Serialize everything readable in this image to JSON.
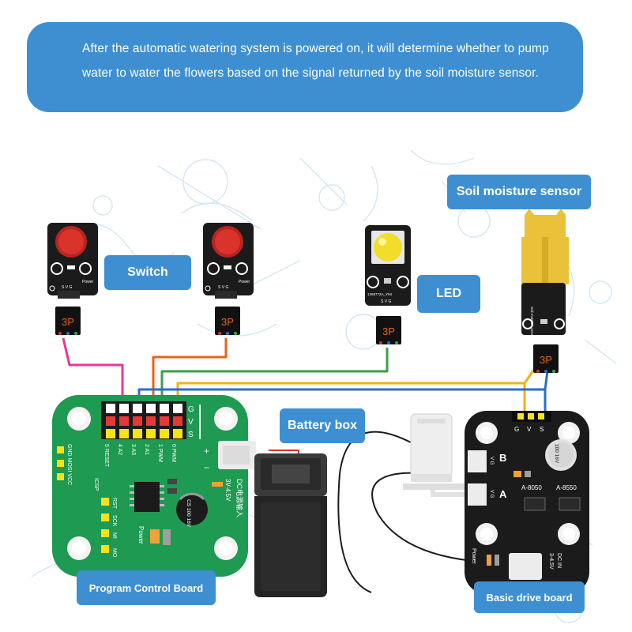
{
  "description": "After the automatic watering system is powered on, it will determine whether to pump water to water the flowers based on the signal returned by the soil moisture sensor.",
  "labels": {
    "switch": "Switch",
    "led": "LED",
    "soil_sensor": "Soil moisture sensor",
    "battery_box": "Battery box",
    "program_board": "Program Control Board",
    "drive_board": "Basic drive board"
  },
  "connector_text": "3P",
  "pin_text": "S V G",
  "power_text": "Power",
  "led_board_code": "1268772A_Y94",
  "soil_board_text": "Soil moisture sensor",
  "program_board_text": {
    "header_g": "G",
    "header_v": "V",
    "header_s": "S",
    "ports": [
      "5 RESET",
      "4 A2",
      "3 A3",
      "2 A1",
      "1 PWM",
      "0 PWM"
    ],
    "left_pins": "GND MOSI VCC",
    "icsp": "ICSP",
    "bottom_pins": [
      "RST",
      "SCK",
      "MI",
      "MO"
    ],
    "power": "Power",
    "dc_input": "DC电源输入",
    "voltage": "3V-4.5V",
    "capacitor": "CS 100 16V",
    "plus": "+",
    "minus": "−"
  },
  "drive_board_text": {
    "pins": [
      "G",
      "V",
      "S"
    ],
    "port_b": "B",
    "port_a": "A",
    "port_pins": "V G",
    "a8050": "A-8050",
    "a8550": "A-8550",
    "capacitor": "100 16V",
    "power": "Power",
    "dc_in": "DC IN",
    "voltage": "3-4.5V"
  },
  "colors": {
    "accent": "#3e8fd2",
    "board_green": "#1e9a52",
    "board_black": "#1b1b1b",
    "wire_pink": "#e23a9a",
    "wire_orange": "#e8631c",
    "wire_green": "#3aa04a",
    "wire_yellow": "#f0b21a",
    "wire_blue": "#2a6fc9",
    "button_red": "#d9332b",
    "led_yellow": "#f4dc2a",
    "sensor_gold": "#e9c23a"
  }
}
